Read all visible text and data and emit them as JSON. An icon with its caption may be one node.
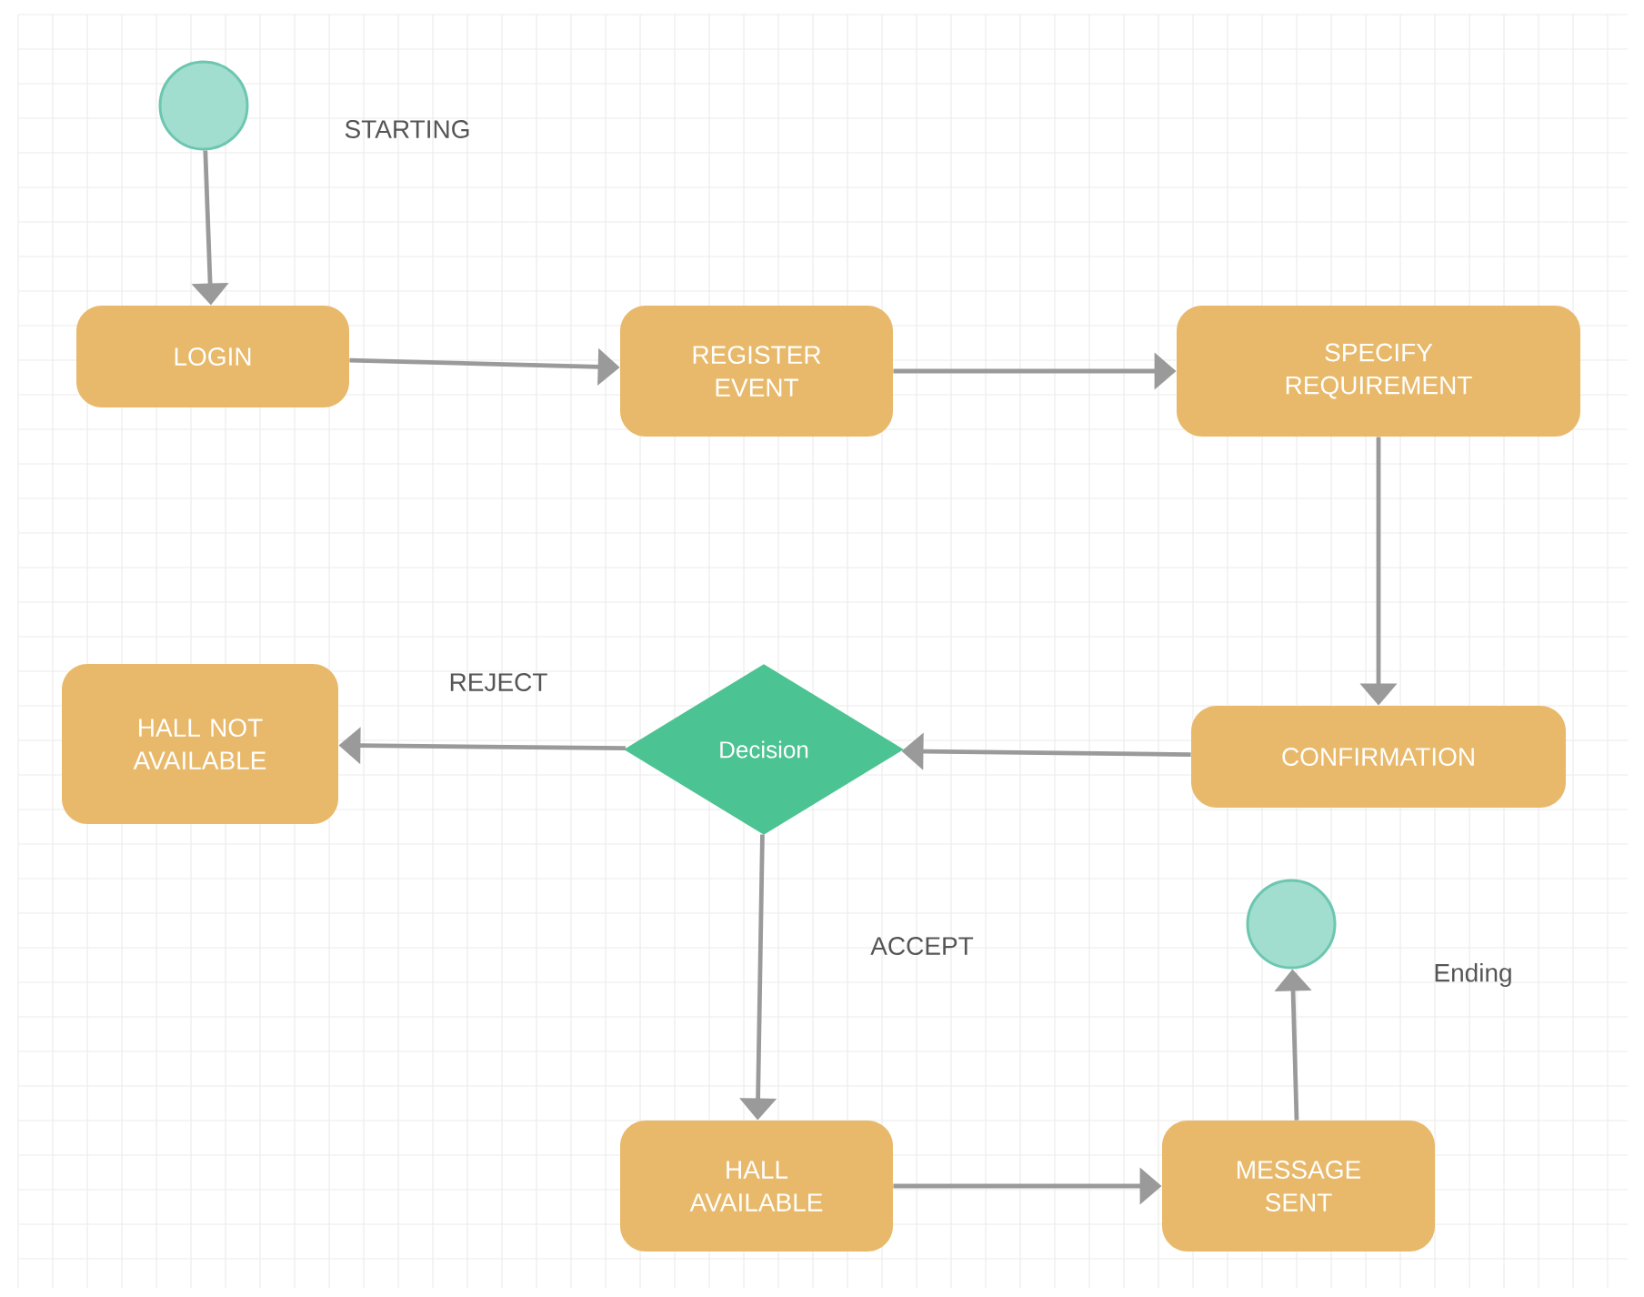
{
  "diagram": {
    "nodes": [
      {
        "text": [],
        "shape": "circle",
        "beside": [
          "STARTING"
        ]
      },
      {
        "text": [
          "LOGIN"
        ]
      },
      {
        "text": [
          "REGISTER EVENT"
        ]
      },
      {
        "text": [
          "SPECIFY REQUIREMENT"
        ]
      },
      {
        "text": [
          "CONFIRMATION"
        ]
      },
      {
        "text": [
          "Decision"
        ]
      },
      {
        "text": [
          "HALL NOT AVAILABLE"
        ]
      },
      {
        "text": [
          "HALL AVAILABLE"
        ]
      },
      {
        "text": [
          "MESSAGE SENT"
        ]
      },
      {
        "text": [],
        "shape": "circle",
        "beside": [
          "Ending"
        ]
      }
    ],
    "edges": [
      {
        "from": 0,
        "to": 1,
        "arrow": "to"
      },
      {
        "from": 1,
        "to": 2,
        "arrow": "to"
      },
      {
        "from": 2,
        "to": 3,
        "arrow": "to"
      },
      {
        "from": 3,
        "to": 4,
        "arrow": "to"
      },
      {
        "from": 4,
        "to": 5,
        "arrow": "to"
      },
      {
        "from": 5,
        "to": 6,
        "arrow": "to",
        "label": "REJECT"
      },
      {
        "from": 5,
        "to": 7,
        "arrow": "to",
        "label": "ACCEPT"
      },
      {
        "from": 7,
        "to": 8,
        "arrow": "to"
      },
      {
        "from": 8,
        "to": 9,
        "arrow": "to"
      }
    ]
  }
}
